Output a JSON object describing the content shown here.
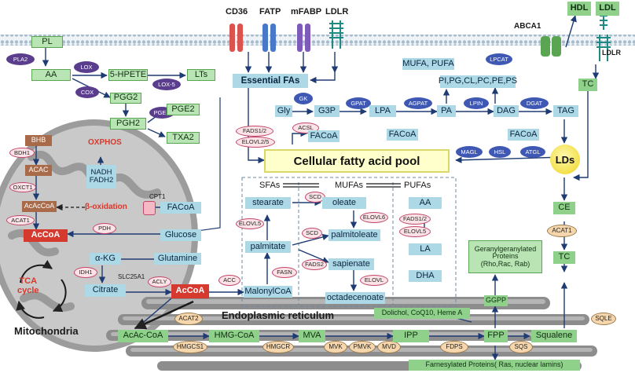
{
  "title": "",
  "receptors": {
    "cd36": "CD36",
    "fatp": "FATP",
    "mfabp": "mFABP",
    "ldlr": "LDLR",
    "abca1": "ABCA1",
    "hdl": "HDL",
    "ldl": "LDL",
    "ldlr_right": "LDLR"
  },
  "nodes": {
    "pl": "PL",
    "aa_top": "AA",
    "hpete": "5-HPETE",
    "lts": "LTs",
    "pgg2": "PGG2",
    "pgh2": "PGH2",
    "pge2": "PGE2",
    "txa2": "TXA2",
    "essential_fas": "Essential FAs",
    "gly": "Gly",
    "g3p": "G3P",
    "lpa": "LPA",
    "pa": "PA",
    "dag": "DAG",
    "tag": "TAG",
    "mufa_pufa": "MUFA, PUFA",
    "phospholipids": "PI,PG,CL,PC,PE,PS",
    "facoa_top": "FACoA",
    "facoa_mid": "FACoA",
    "facoa_right": "FACoA",
    "pool": "Cellular fatty acid pool",
    "lds": "LDs",
    "tc_top": "TC",
    "ce": "CE",
    "tc_bottom": "TC",
    "bhb": "BHB",
    "acac": "ACAC",
    "acaccoa": "AcAcCoA",
    "acoa_mito": "AcCoA",
    "nadh": "NADH\nFADH2",
    "oxphos": "OXPHOS",
    "beta_ox": "β-oxidation",
    "facoa_left": "FACoA",
    "glucose": "Glucose",
    "akg": "α-KG",
    "glutamine": "Glutamine",
    "citrate": "Citrate",
    "acoa_cyto": "AcCoA",
    "malonylcoa": "MalonylCoA",
    "sfas": "SFAs",
    "mufas": "MUFAs",
    "pufas": "PUFAs",
    "stearate": "stearate",
    "oleate": "oleate",
    "palmitoleate": "palmitoleate",
    "palmitate": "palmitate",
    "sapienate": "sapienate",
    "octadecenoate": "octadecenoate",
    "aa": "AA",
    "la": "LA",
    "dha": "DHA",
    "geranyl": "Geranylgeranylated\nProteins\n(Rho,Rac, Rab)",
    "ggpp": "GGPP",
    "dolichol": "Dolichol, CoQ10, Heme A",
    "acac_coa": "AcAc-CoA",
    "hmg_coa": "HMG-CoA",
    "mva": "MVA",
    "ipp": "IPP",
    "fpp": "FPP",
    "squalene": "Squalene",
    "farnesylated": "Farnesylated Proteins( Ras, nuclear lamins)",
    "tca": "TCA\ncycle",
    "mitochondria": "Mitochondria",
    "er": "Endoplasmic reticulum"
  },
  "enzymes": {
    "pla2": "PLA2",
    "lox": "LOX",
    "lox5": "LOX-5",
    "cox": "COX",
    "pges": "PGES",
    "gk": "GK",
    "gpat": "GPAT",
    "agpat": "AGPAT",
    "lpin": "LPIN",
    "dgat": "DGAT",
    "lpcat": "LPCAT",
    "magl": "MAGL",
    "hsl": "HSL",
    "atgl": "ATGL",
    "fads12_top": "FADS1/2",
    "elovl25": "ELOVL2/5",
    "acsl": "ACSL",
    "bdh1": "BDH1",
    "oxct1": "OXCT1",
    "acat1_mito": "ACAT1",
    "pdh": "PDH",
    "cpt1": "CPT1",
    "idh1": "IDH1",
    "slc25a1": "SLC25A1",
    "acly": "ACLY",
    "acc": "ACC",
    "scd1": "SCD",
    "scd2": "SCD",
    "elovl6": "ELOVL6",
    "elovl5": "ELOVL5",
    "fasn": "FASN",
    "fads2": "FADS2",
    "elovl_sap": "ELOVL",
    "fads12_pufa": "FADS1/2",
    "elovl5_pufa": "ELOVL5",
    "acat1_right": "ACAT1",
    "acat2": "ACAT2",
    "hmgcs1": "HMGCS1",
    "hmgcr": "HMGCR",
    "mvk": "MVK",
    "pmvk": "PMVK",
    "mvd": "MVD",
    "fdps": "FDPS",
    "sqs": "SQS",
    "sqle": "SQLE"
  },
  "colors": {
    "node_blue": "#add8e6",
    "node_green": "#b9e5b5",
    "enzyme_blue": "#3f58b4",
    "enzyme_purple": "#5b3d8e",
    "red_node": "#d6392e",
    "pool_yellow": "#ffffcc",
    "er_gray": "#8a8a8a",
    "membrane": "#b8c9d8"
  }
}
